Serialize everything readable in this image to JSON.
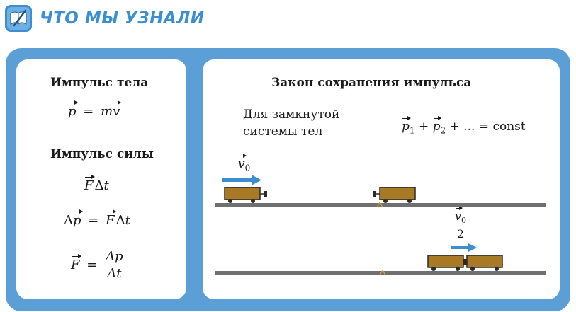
{
  "header": {
    "title": "ЧТО МЫ УЗНАЛИ",
    "logo_icon": "book-pen-icon",
    "accent_color": "#3b8fd0"
  },
  "left": {
    "impulse_body_title": "Импульс тела",
    "impulse_body_formula": {
      "lhs": "p",
      "eq": "=",
      "rhs_m": "m",
      "rhs_v": "v"
    },
    "impulse_force_title": "Импульс силы",
    "impulse_force_formula": {
      "F": "F",
      "delta": "Δ",
      "t": "t"
    },
    "delta_p_formula": {
      "delta": "Δ",
      "p": "p",
      "eq": "=",
      "F": "F",
      "t": "t"
    },
    "force_formula": {
      "F": "F",
      "eq": "=",
      "num": "Δp",
      "den": "Δt"
    }
  },
  "right": {
    "title": "Закон сохранения импульса",
    "condition_line1": "Для замкнутой",
    "condition_line2": "системы тел",
    "conservation": {
      "p1": "p",
      "sub1": "1",
      "plus1": "+",
      "p2": "p",
      "sub2": "2",
      "plus2": "+ ... =",
      "const": "const"
    },
    "top_scene": {
      "velocity_label": "v",
      "velocity_sub": "0"
    },
    "bottom_scene": {
      "velocity_label": "v",
      "velocity_sub": "0",
      "divisor": "2"
    }
  },
  "colors": {
    "frame": "#5b9fd6",
    "arrow": "#3b8fd0",
    "track": "#707070",
    "cart": "#a87a26",
    "panel": "#ffffff"
  }
}
